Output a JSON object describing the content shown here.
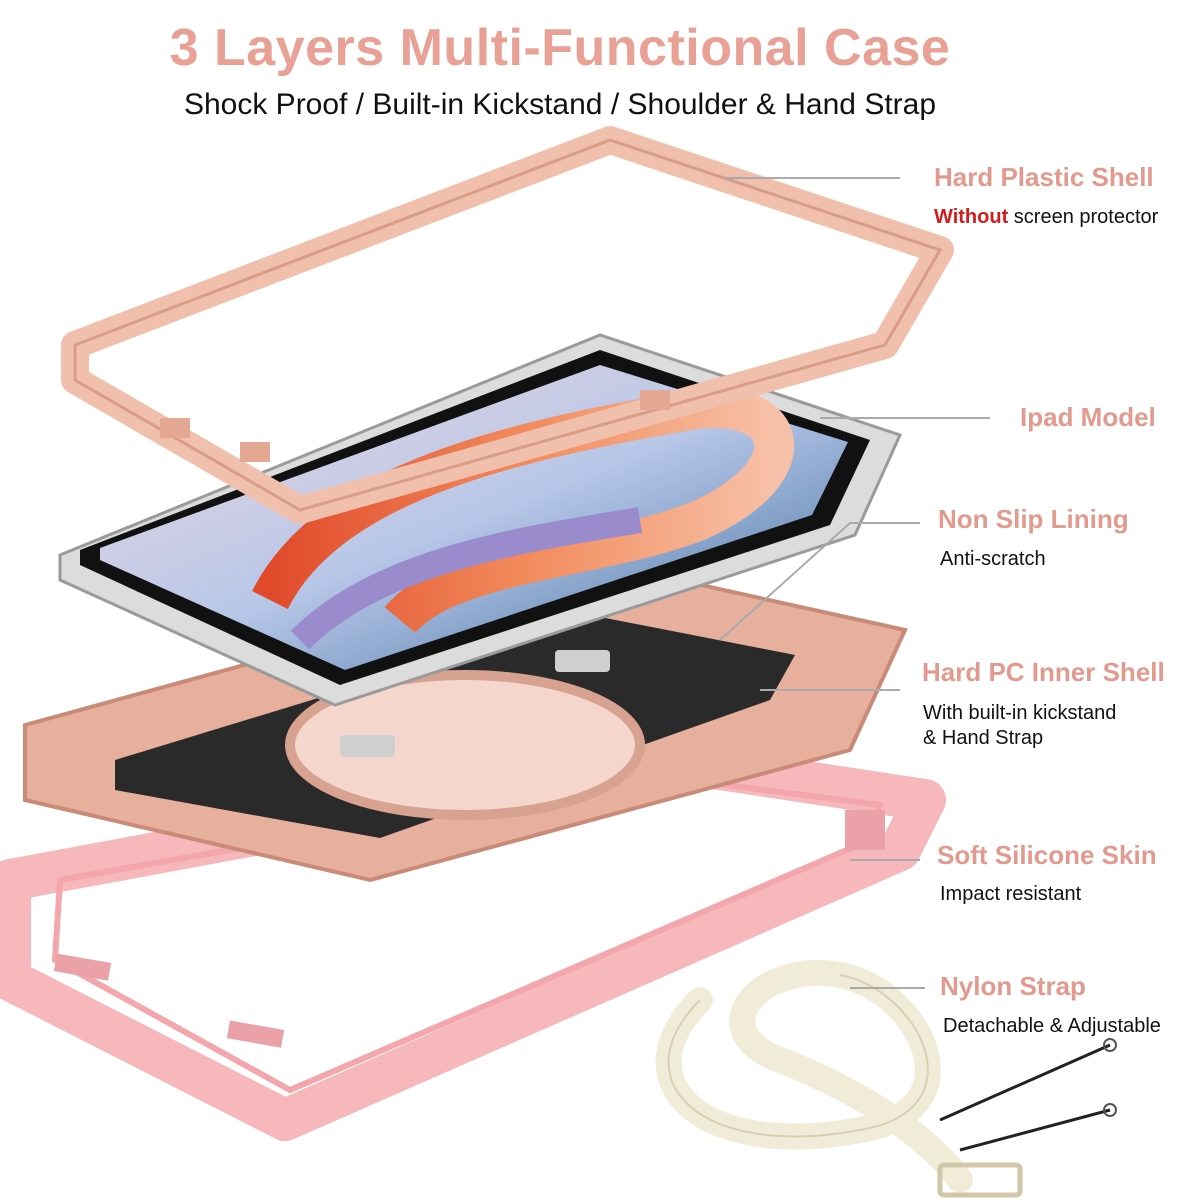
{
  "header": {
    "title": "3 Layers Multi-Functional Case",
    "subtitle": "Shock Proof / Built-in Kickstand / Shoulder & Hand Strap"
  },
  "callouts": [
    {
      "label": "Hard Plastic Shell",
      "desc_highlight": "Without",
      "desc": " screen protector"
    },
    {
      "label": "Ipad Model"
    },
    {
      "label": "Non Slip Lining",
      "desc": "Anti-scratch"
    },
    {
      "label": "Hard PC Inner Shell",
      "desc_line1": "With built-in kickstand",
      "desc_line2": "& Hand Strap"
    },
    {
      "label": "Soft Silicone Skin",
      "desc": "Impact resistant"
    },
    {
      "label": "Nylon Strap",
      "desc": "Detachable & Adjustable"
    }
  ],
  "colors": {
    "title": "#e8a194",
    "label": "#e39a8e",
    "highlight": "#d31b1b",
    "rose_gold": "#e6b09d",
    "silicone_pink": "#f6b8bb",
    "lining": "#2a2a2a",
    "strap": "#f1ecd7"
  }
}
